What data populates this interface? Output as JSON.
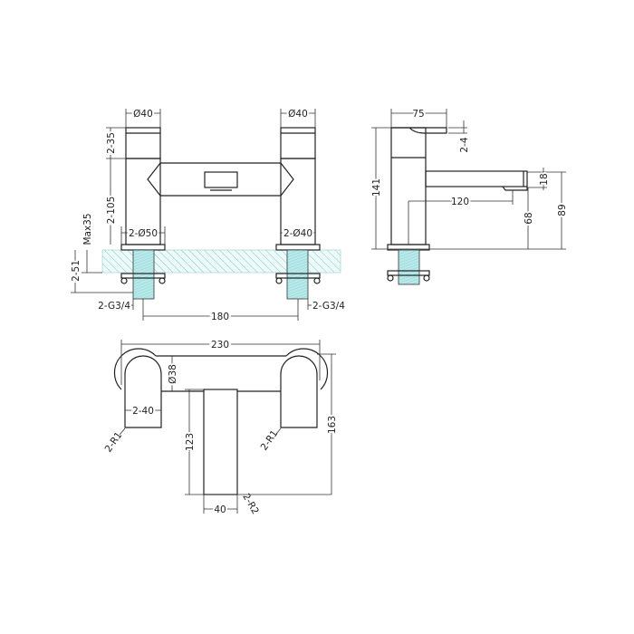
{
  "front_view": {
    "dia_left_handle": "Ø40",
    "dia_right_handle": "Ø40",
    "handle_height": "2-35",
    "body_height": "2-105",
    "max_deck": "Max35",
    "shank_depth": "2-51",
    "base_left": "2-Ø50",
    "base_right": "2-Ø40",
    "thread_left": "2-G3/4",
    "thread_right": "2-G3/4",
    "centres": "180"
  },
  "side_view": {
    "handle_length": "75",
    "handle_thickness": "2-4",
    "total_height": "141",
    "spout_height": "18",
    "spout_top": "89",
    "spout_under": "68",
    "spout_reach": "120"
  },
  "plan_view": {
    "overall_width": "230",
    "overall_depth": "163",
    "bar_dia": "Ø38",
    "handle_width": "2-40",
    "spout_length": "123",
    "spout_width": "40",
    "radius_left": "2-R1",
    "radius_right": "2-R1",
    "radius_spout": "2-R2"
  },
  "colors": {
    "deck_hatch": "#a8e0e0",
    "line": "#222222"
  }
}
